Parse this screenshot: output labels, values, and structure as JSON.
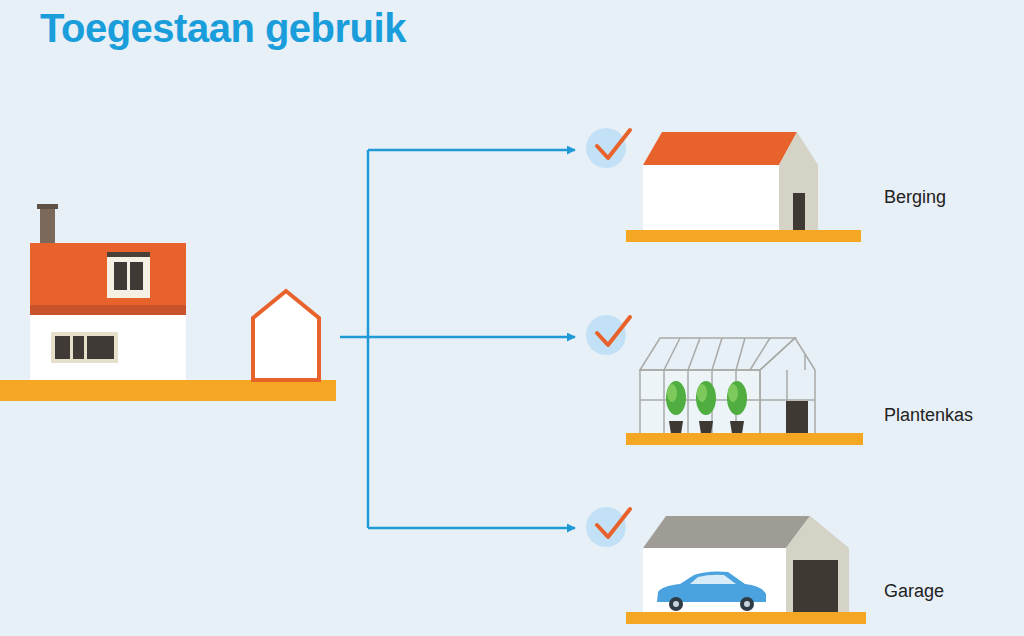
{
  "diagram": {
    "title": "Toegestaan gebruik",
    "labels": [
      "Berging",
      "Plantenkas",
      "Garage"
    ]
  }
}
